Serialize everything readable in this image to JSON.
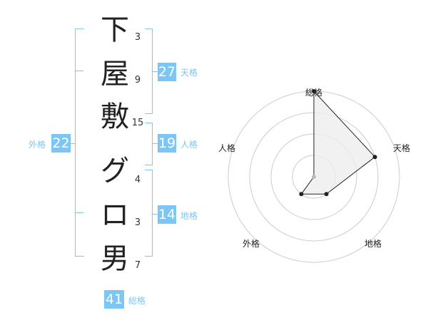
{
  "name": {
    "characters": [
      "下",
      "屋",
      "敷",
      "グ",
      "ロ",
      "男"
    ],
    "strokes": [
      "3",
      "9",
      "15",
      "4",
      "3",
      "7"
    ]
  },
  "fortunes": {
    "tenkaku": {
      "value": "27",
      "label": "天格"
    },
    "jinkaku": {
      "value": "19",
      "label": "人格"
    },
    "chikaku": {
      "value": "14",
      "label": "地格"
    },
    "gaikaku": {
      "value": "22",
      "label": "外格"
    },
    "soukaku": {
      "value": "41",
      "label": "総格"
    }
  },
  "radar": {
    "axes": [
      "総格",
      "天格",
      "地格",
      "外格",
      "人格"
    ],
    "levels": 4,
    "values": [
      4,
      3,
      1,
      1,
      0
    ]
  },
  "colors": {
    "accent": "#7cc6f6",
    "text": "#222222",
    "grid": "#cccccc",
    "fill": "#eeeeee"
  }
}
